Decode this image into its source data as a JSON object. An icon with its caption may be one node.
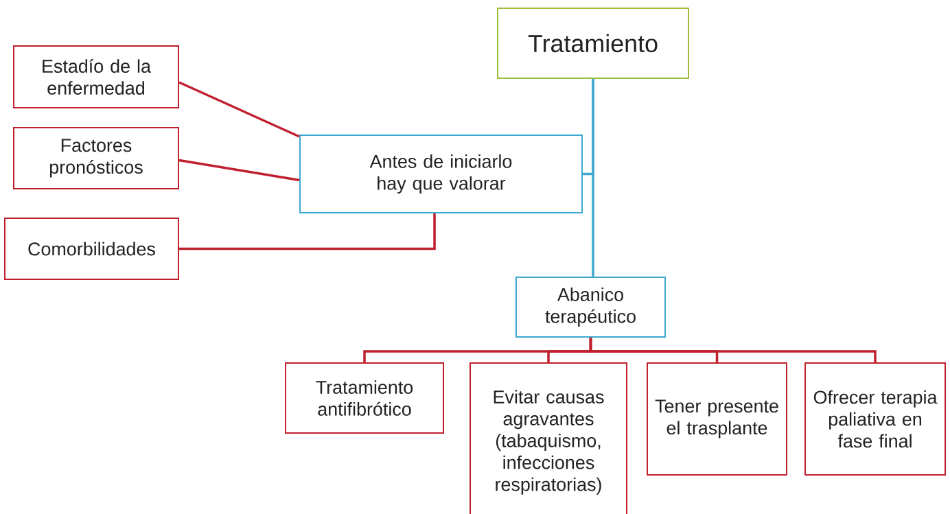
{
  "diagram": {
    "nodes": [
      {
        "text": [
          "Tratamiento"
        ]
      },
      {
        "text": [
          "Antes de iniciarlo hay que valorar"
        ]
      },
      {
        "text": [
          "Estadío de la enfermedad"
        ]
      },
      {
        "text": [
          "Factores pronósticos"
        ]
      },
      {
        "text": [
          "Comorbilidades"
        ]
      },
      {
        "text": [
          "Abanico terapéutico"
        ]
      },
      {
        "text": [
          "Tratamiento antifibrótico"
        ]
      },
      {
        "text": [
          "Evitar causas agravantes (tabaquismo, infecciones respiratorias)"
        ]
      },
      {
        "text": [
          "Tener presente el trasplante"
        ]
      },
      {
        "text": [
          "Ofrecer terapia paliativa en fase final"
        ]
      }
    ],
    "edges": [
      {
        "from": 0,
        "to": 5,
        "arrow": "none",
        "color": "#3ea8d0"
      },
      {
        "from": 0,
        "to": 1,
        "arrow": "none",
        "color": "#3ea8d0"
      },
      {
        "from": 1,
        "to": 2,
        "arrow": "none"
      },
      {
        "from": 1,
        "to": 3,
        "arrow": "none"
      },
      {
        "from": 1,
        "to": 4,
        "arrow": "none"
      },
      {
        "from": 5,
        "to": 6,
        "arrow": "none"
      },
      {
        "from": 5,
        "to": 7,
        "arrow": "none"
      },
      {
        "from": 5,
        "to": 8,
        "arrow": "none"
      },
      {
        "from": 5,
        "to": 9,
        "arrow": "none"
      }
    ]
  }
}
